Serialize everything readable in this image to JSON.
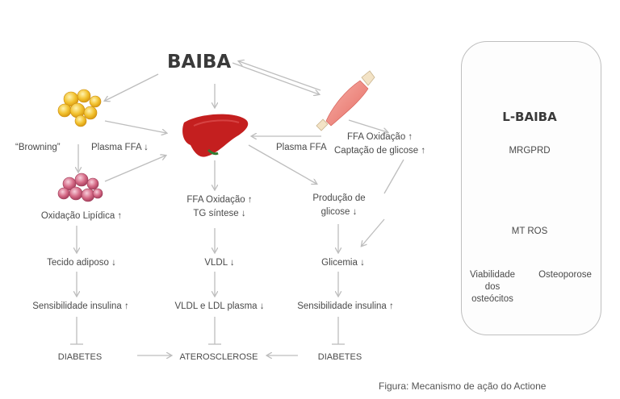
{
  "main": {
    "title": "BAIBA",
    "left_col": {
      "browning": "“Browning”",
      "plasma_ffa": "Plasma FFA ↓",
      "lipid_oxidation": "Oxidação Lipídica ↑",
      "adipose_tissue": "Tecido adiposo ↓",
      "insulin_sensitivity": "Sensibilidade insulina ↑",
      "diabetes": "DIABETES"
    },
    "center_col": {
      "ffa_oxidation": "FFA Oxidação ↑",
      "tg_synthesis": "TG síntese ↓",
      "vldl": "VLDL ↓",
      "vldl_ldl_plasma": "VLDL e LDL plasma ↓",
      "atherosclerosis": "ATEROSCLEROSE"
    },
    "right_col": {
      "plasma_ffa": "Plasma FFA",
      "ffa_oxidation": "FFA Oxidação ↑",
      "glucose_uptake": "Captação de glicose ↑",
      "glucose_production_1": "Produção de",
      "glucose_production_2": "glicose ↓",
      "glycemia": "Glicemia ↓",
      "insulin_sensitivity": "Sensibilidade insulina ↑",
      "diabetes": "DIABETES"
    }
  },
  "panel": {
    "title": "L-BAIBA",
    "receptor": "MRGPRD",
    "mt_ros": "MT ROS",
    "viability_1": "Viabilidade",
    "viability_2": "dos",
    "viability_3": "osteócitos",
    "osteoporosis": "Osteoporose"
  },
  "caption": "Figura: Mecanismo de ação do Actione",
  "colors": {
    "arrow": "#bdbdbd",
    "panel_arrow": "#333333",
    "liver": "#c41f1f",
    "fat_yellow": "#f2c230",
    "fat_pink": "#d56a86",
    "muscle": "#f08a80",
    "bone": "#f3e3c6"
  },
  "icons": [
    "fat-cells-yellow-icon",
    "fat-cells-pink-icon",
    "liver-icon",
    "muscle-icon",
    "bone-icon"
  ]
}
